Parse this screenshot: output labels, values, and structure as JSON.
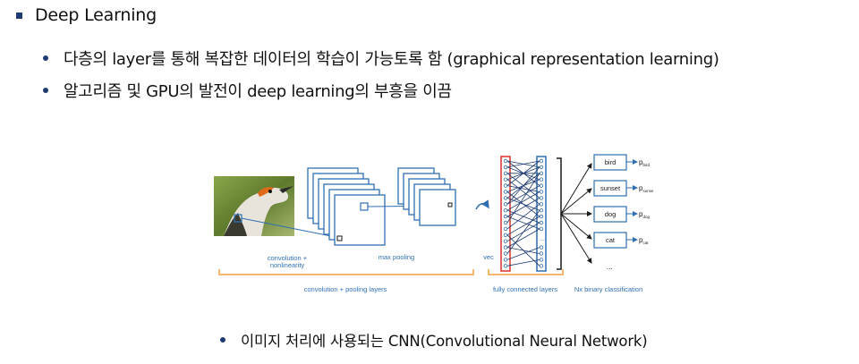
{
  "heading": "Deep Learning",
  "bullets": [
    "다층의 layer를 통해 복잡한 데이터의 학습이 가능토록 함 (graphical representation learning)",
    "알고리즘 및 GPU의 발전이 deep learning의 부흥을 이끔"
  ],
  "diagram": {
    "labels": {
      "conv_nonlinear_1": "convolution +",
      "conv_nonlinear_2": "nonlinearity",
      "max_pooling": "max pooling",
      "vec": "vec",
      "conv_pool_layers": "convolution + pooling layers",
      "fully_connected": "fully connected layers",
      "binary_classification": "Nx binary classification",
      "ellipsis_mid": "...",
      "ellipsis_out": "..."
    },
    "classes": [
      "bird",
      "sunset",
      "dog",
      "cat"
    ],
    "probs": [
      {
        "p": "p",
        "sub": "bird"
      },
      {
        "p": "p",
        "sub": "sunset"
      },
      {
        "p": "p",
        "sub": "dog"
      },
      {
        "p": "p",
        "sub": "cat"
      }
    ],
    "colors": {
      "blue": "#2f6fb2",
      "red": "#d9322b",
      "orange": "#f0a040",
      "dark": "#1a1a1a"
    }
  },
  "caption": "이미지 처리에 사용되는 CNN(Convolutional Neural Network)"
}
